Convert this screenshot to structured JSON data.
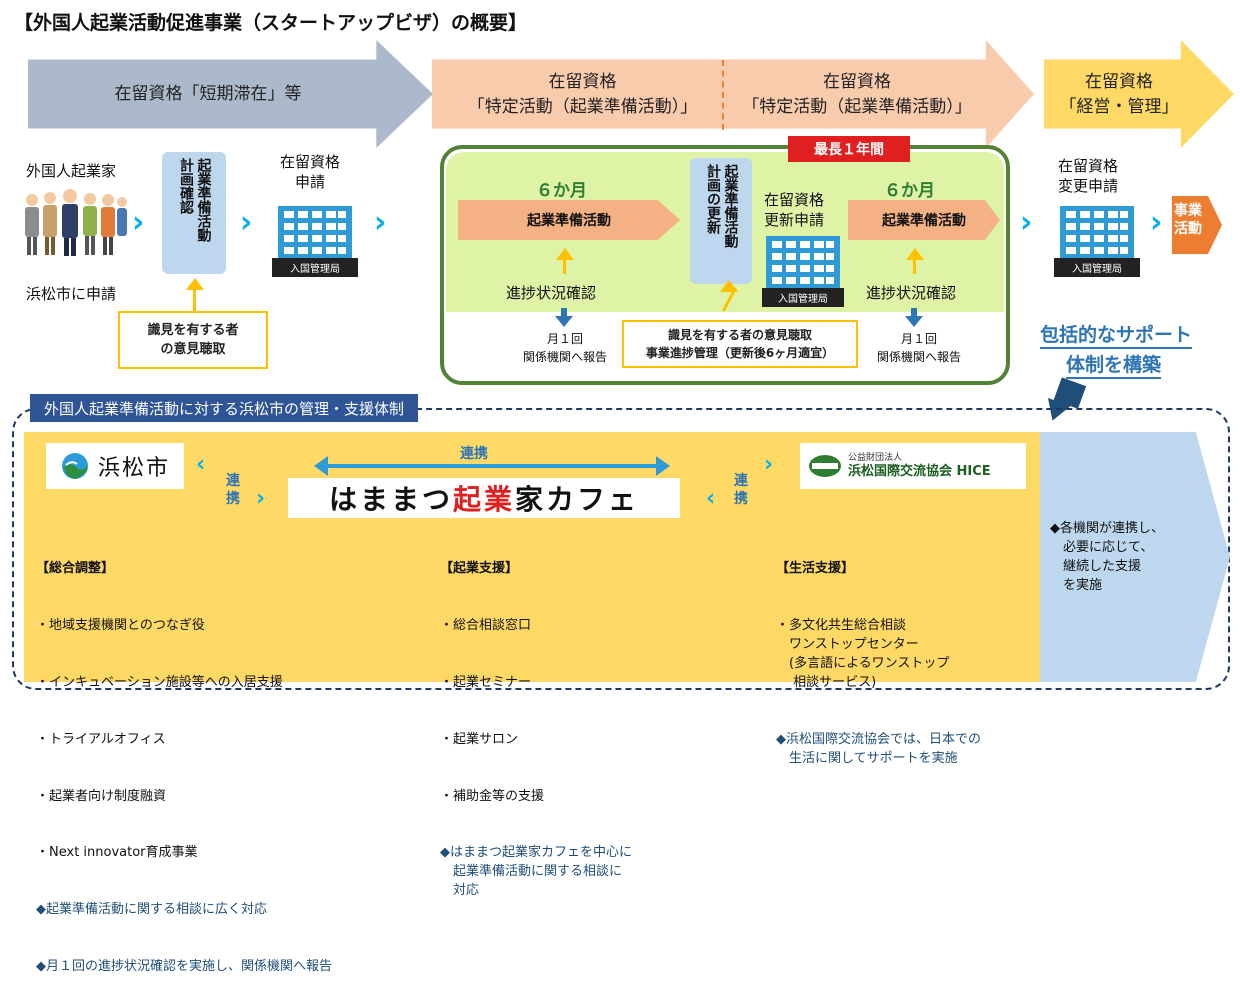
{
  "title": "【外国人起業活動促進事業（スタートアップビザ）の概要】",
  "status_arrows": {
    "gray": {
      "line1": "在留資格「短期滞在」等"
    },
    "pink1": {
      "line1": "在留資格",
      "line2": "「特定活動（起業準備活動）」"
    },
    "pink2": {
      "line1": "在留資格",
      "line2": "「特定活動（起業準備活動）」"
    },
    "gold": {
      "line1": "在留資格",
      "line2": "「経営・管理」"
    }
  },
  "left_flow": {
    "entrepreneur": "外国人起業家",
    "apply_city": "浜松市に申請",
    "plan_check": "起業準備活動\n計画確認",
    "status_apply": "在留資格\n申請",
    "immigration": "入国管理局",
    "expert_box": "識見を有する者\nの意見聴取"
  },
  "green_box": {
    "badge": "最長１年間",
    "six_months_1": "６か月",
    "six_months_2": "６か月",
    "activity_1": "起業準備活動",
    "activity_2": "起業準備活動",
    "plan_update": "起業準備活動\n計画の更新",
    "renew_apply": "在留資格\n更新申請",
    "immigration": "入国管理局",
    "progress_1": "進捗状況確認",
    "progress_2": "進捗状況確認",
    "report_1": "月１回\n関係機関へ報告",
    "report_2": "月１回\n関係機関へ報告",
    "expert_box": "識見を有する者の意見聴取\n事業進捗管理（更新後6ヶ月適宜）"
  },
  "right_flow": {
    "change_apply": "在留資格\n変更申請",
    "immigration": "入国管理局",
    "business": "事業\n活動"
  },
  "support_title": {
    "line1": "包括的なサポート",
    "line2": "体制を構築"
  },
  "bottom": {
    "tab": "外国人起業準備活動に対する浜松市の管理・支援体制",
    "city_logo": "浜松市",
    "renkei_top": "連携",
    "renkei_left": "連\n携",
    "renkei_right": "連\n携",
    "cafe_part1": "はままつ",
    "cafe_part2": "起業",
    "cafe_part3": "家カフェ",
    "hice_small": "公益財団法人",
    "hice_name": "浜松国際交流協会 HICE",
    "col1": {
      "heading": "【総合調整】",
      "items": [
        "・地域支援機関とのつなぎ役",
        "・インキュベーション施設等への入居支援",
        "・トライアルオフィス",
        "・起業者向け制度融資",
        "・Next innovator育成事業"
      ],
      "notes": [
        "◆起業準備活動に関する相談に広く対応",
        "◆月１回の進捗状況確認を実施し、関係機関へ報告"
      ]
    },
    "col2": {
      "heading": "【起業支援】",
      "items": [
        "・総合相談窓口",
        "・起業セミナー",
        "・起業サロン",
        "・補助金等の支援"
      ],
      "notes": [
        "◆はままつ起業家カフェを中心に\n　起業準備活動に関する相談に\n　対応"
      ]
    },
    "col3": {
      "heading": "【生活支援】",
      "items": [
        "・多文化共生総合相談\n　ワンストップセンター\n　(多言語によるワンストップ\n　 相談サービス)"
      ],
      "notes": [
        "◆浜松国際交流協会では、日本での\n　生活に関してサポートを実施"
      ]
    },
    "side_note": "◆各機関が連携し、\n　必要に応じて、\n　継続した支援\n　を実施"
  },
  "colors": {
    "gray_arrow": "#acb9ca",
    "pink_arrow": "#f8cbad",
    "gold_arrow": "#ffd966",
    "green_border": "#538135",
    "green_fill": "#dff3a7",
    "badge_red": "#e02020",
    "chevron": "#00b0f0",
    "panel_yellow": "#ffd966",
    "panel_blue": "#bdd7ee",
    "tab_navy": "#2f5597"
  }
}
